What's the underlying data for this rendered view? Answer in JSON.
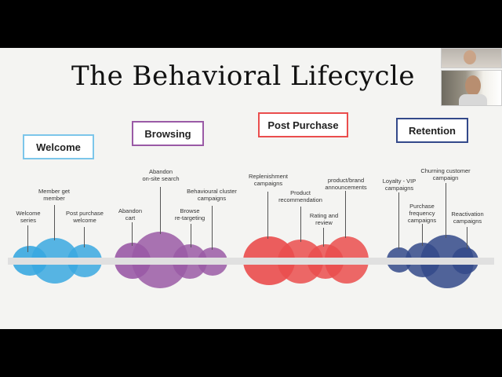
{
  "title": "The Behavioral Lifecycle",
  "stages": {
    "welcome": {
      "name": "Welcome",
      "color": "#3aa8e0"
    },
    "browsing": {
      "name": "Browsing",
      "color": "#9a5aa6"
    },
    "post_purchase": {
      "name": "Post Purchase",
      "color": "#ea4d4d"
    },
    "retention": {
      "name": "Retention",
      "color": "#33498a"
    }
  },
  "labels": {
    "welcome_series": [
      "Welcome",
      "series"
    ],
    "member_get_member": [
      "Member get",
      "member"
    ],
    "post_purchase_welcome": [
      "Post purchase",
      "welcome"
    ],
    "abandon_cart": [
      "Abandon",
      "cart"
    ],
    "abandon_onsite_search": [
      "Abandon",
      "on-site search"
    ],
    "browse_retargeting": [
      "Browse",
      "re-targeting"
    ],
    "behavioural_cluster": [
      "Behavioural cluster",
      "campaigns"
    ],
    "replenishment": [
      "Replenishment",
      "campaigns"
    ],
    "product_recommendation": [
      "Product",
      "recommendation"
    ],
    "rating_review": [
      "Rating and",
      "review"
    ],
    "product_brand_announcements": [
      "product/brand",
      "announcements"
    ],
    "loyalty_vip": [
      "Loyalty - VIP",
      "campaigns"
    ],
    "purchase_frequency": [
      "Purchase",
      "frequency",
      "campaigns"
    ],
    "churning_customer": [
      "Churning customer",
      "campaign"
    ],
    "reactivation": [
      "Reactivation",
      "campaigns"
    ]
  }
}
